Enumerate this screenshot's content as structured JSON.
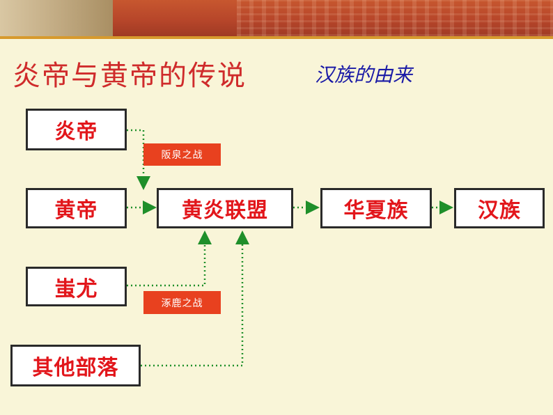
{
  "slide": {
    "title": "炎帝与黄帝的传说",
    "subtitle": "汉族的由来"
  },
  "nodes": {
    "yandi": "炎帝",
    "huangdi": "黄帝",
    "chiyou": "蚩尤",
    "others": "其他部落",
    "alliance": "黄炎联盟",
    "huaxia": "华夏族",
    "han": "汉族"
  },
  "battles": {
    "banquan": "阪泉之战",
    "zhuolu": "涿鹿之战"
  },
  "colors": {
    "node_text": "#e2161b",
    "title": "#cf2b2b",
    "subtitle": "#1a1aa6",
    "label_bg": "#e8411f",
    "connector": "#1f8f2a"
  }
}
